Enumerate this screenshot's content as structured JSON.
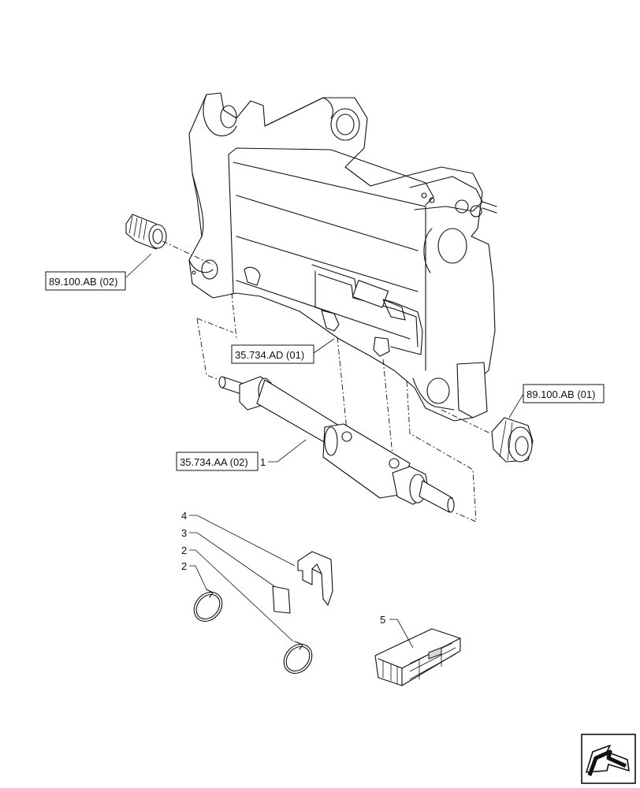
{
  "references": {
    "ref_89_100_ab_02": "89.100.AB (02)",
    "ref_35_734_ad_01": "35.734.AD (01)",
    "ref_89_100_ab_01": "89.100.AB (01)",
    "ref_35_734_aa_02": "35.734.AA (02)"
  },
  "callouts": {
    "item_1": "1",
    "item_2a": "2",
    "item_2b": "2",
    "item_3": "3",
    "item_4": "4",
    "item_5": "5"
  },
  "icons": {
    "nav": "next-page-arrow-icon"
  }
}
